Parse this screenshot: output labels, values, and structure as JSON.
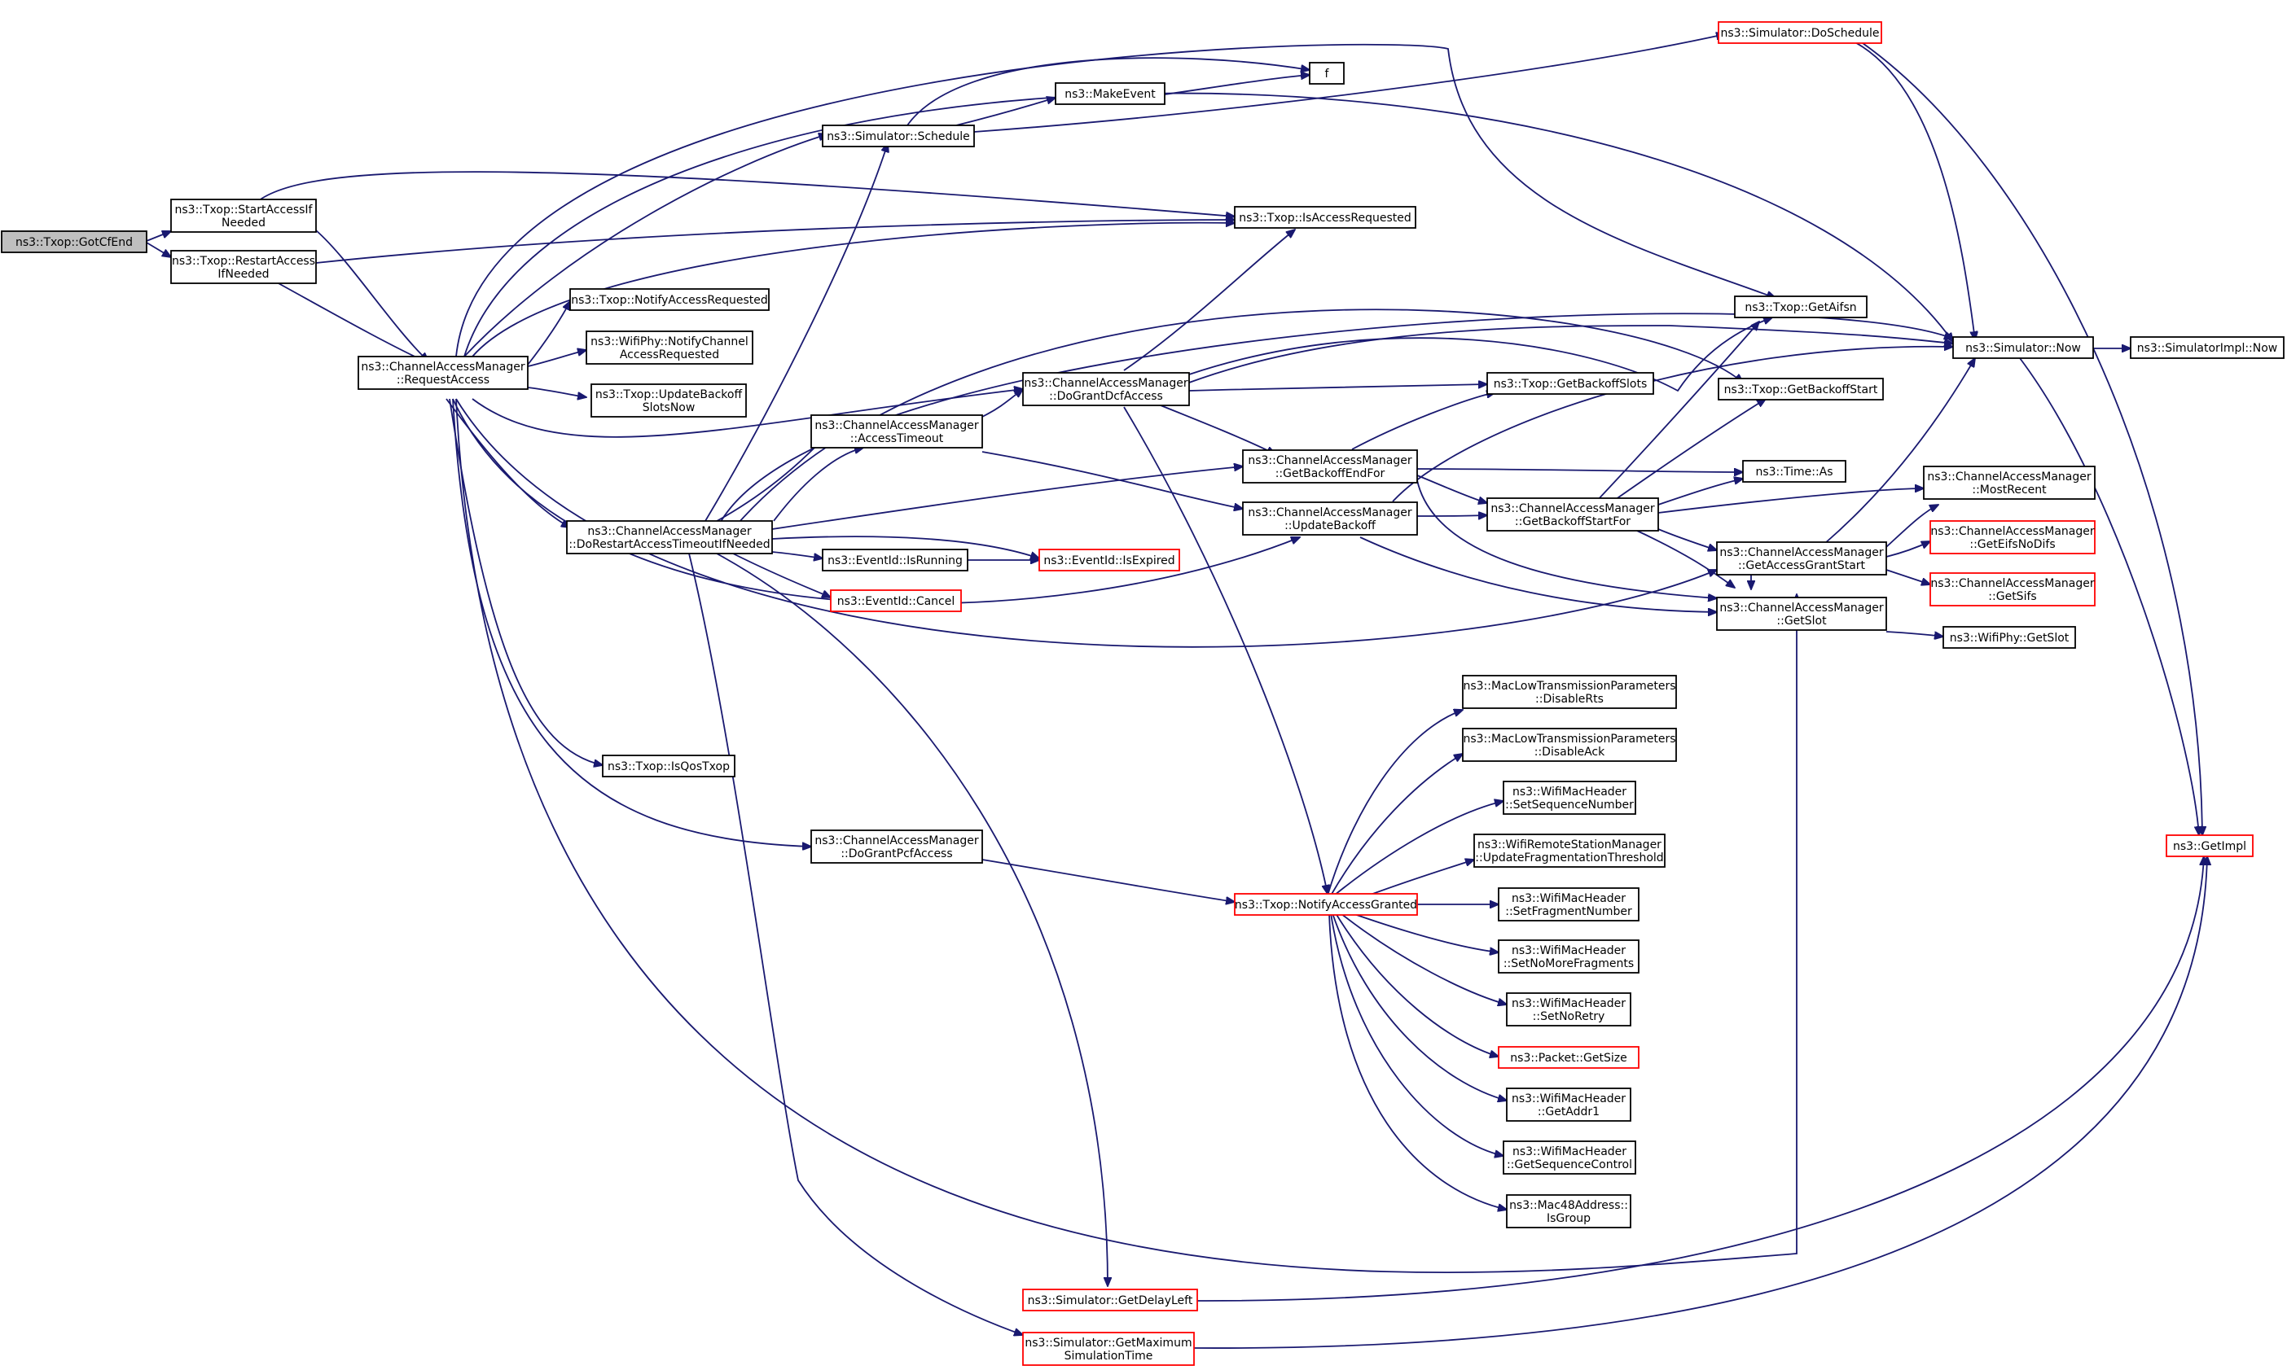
{
  "nodes": {
    "gotcfend": [
      "ns3::Txop::GotCfEnd"
    ],
    "startaccess": [
      "ns3::Txop::StartAccessIf",
      "Needed"
    ],
    "restartaccess": [
      "ns3::Txop::RestartAccess",
      "IfNeeded"
    ],
    "requestaccess": [
      "ns3::ChannelAccessManager",
      "::RequestAccess"
    ],
    "schedule": [
      "ns3::Simulator::Schedule"
    ],
    "makeevent": [
      "ns3::MakeEvent"
    ],
    "f": [
      "f"
    ],
    "doschedule": [
      "ns3::Simulator::DoSchedule"
    ],
    "isaccessrequested": [
      "ns3::Txop::IsAccessRequested"
    ],
    "notifyaccessrequested": [
      "ns3::Txop::NotifyAccessRequested"
    ],
    "wifiphynotify": [
      "ns3::WifiPhy::NotifyChannel",
      "AccessRequested"
    ],
    "updatebackoffslotsnow": [
      "ns3::Txop::UpdateBackoff",
      "SlotsNow"
    ],
    "dograntdcf": [
      "ns3::ChannelAccessManager",
      "::DoGrantDcfAccess"
    ],
    "accesstimeout": [
      "ns3::ChannelAccessManager",
      "::AccessTimeout"
    ],
    "dorestart": [
      "ns3::ChannelAccessManager",
      "::DoRestartAccessTimeoutIfNeeded"
    ],
    "isrunning": [
      "ns3::EventId::IsRunning"
    ],
    "isexpired": [
      "ns3::EventId::IsExpired"
    ],
    "cancel": [
      "ns3::EventId::Cancel"
    ],
    "getaifsn": [
      "ns3::Txop::GetAifsn"
    ],
    "getbackoffstart": [
      "ns3::Txop::GetBackoffStart"
    ],
    "getbackoffslots": [
      "ns3::Txop::GetBackoffSlots"
    ],
    "now": [
      "ns3::Simulator::Now"
    ],
    "implnow": [
      "ns3::SimulatorImpl::Now"
    ],
    "getbackoffendfor": [
      "ns3::ChannelAccessManager",
      "::GetBackoffEndFor"
    ],
    "updatebackoff": [
      "ns3::ChannelAccessManager",
      "::UpdateBackoff"
    ],
    "timeas": [
      "ns3::Time::As"
    ],
    "getbackoffstartfor": [
      "ns3::ChannelAccessManager",
      "::GetBackoffStartFor"
    ],
    "mostrecent": [
      "ns3::ChannelAccessManager",
      "::MostRecent"
    ],
    "getaccessgrantstart": [
      "ns3::ChannelAccessManager",
      "::GetAccessGrantStart"
    ],
    "geteifsnodifs": [
      "ns3::ChannelAccessManager",
      "::GetEifsNoDifs"
    ],
    "getsifs": [
      "ns3::ChannelAccessManager",
      "::GetSifs"
    ],
    "getslot": [
      "ns3::ChannelAccessManager",
      "::GetSlot"
    ],
    "phygetslot": [
      "ns3::WifiPhy::GetSlot"
    ],
    "isqostxop": [
      "ns3::Txop::IsQosTxop"
    ],
    "dograntpcf": [
      "ns3::ChannelAccessManager",
      "::DoGrantPcfAccess"
    ],
    "notifyaccessgranted": [
      "ns3::Txop::NotifyAccessGranted"
    ],
    "disablerts": [
      "ns3::MacLowTransmissionParameters",
      "::DisableRts"
    ],
    "disableack": [
      "ns3::MacLowTransmissionParameters",
      "::DisableAck"
    ],
    "setseqnum": [
      "ns3::WifiMacHeader",
      "::SetSequenceNumber"
    ],
    "updatefrag": [
      "ns3::WifiRemoteStationManager",
      "::UpdateFragmentationThreshold"
    ],
    "setfragnum": [
      "ns3::WifiMacHeader",
      "::SetFragmentNumber"
    ],
    "setnomorefrag": [
      "ns3::WifiMacHeader",
      "::SetNoMoreFragments"
    ],
    "setnoretry": [
      "ns3::WifiMacHeader",
      "::SetNoRetry"
    ],
    "packetgetsize": [
      "ns3::Packet::GetSize"
    ],
    "getaddr1": [
      "ns3::WifiMacHeader",
      "::GetAddr1"
    ],
    "getseqctrl": [
      "ns3::WifiMacHeader",
      "::GetSequenceControl"
    ],
    "isgroup": [
      "ns3::Mac48Address::",
      "IsGroup"
    ],
    "getimpl": [
      "ns3::GetImpl"
    ],
    "getdelayleft": [
      "ns3::Simulator::GetDelayLeft"
    ],
    "getmaxsimtime": [
      "ns3::Simulator::GetMaximum",
      "SimulationTime"
    ]
  },
  "colors": {
    "edge": "#191970",
    "node_border": "#000000",
    "node_border_incomplete": "#ff0000",
    "root_fill": "#bfbfbf"
  }
}
